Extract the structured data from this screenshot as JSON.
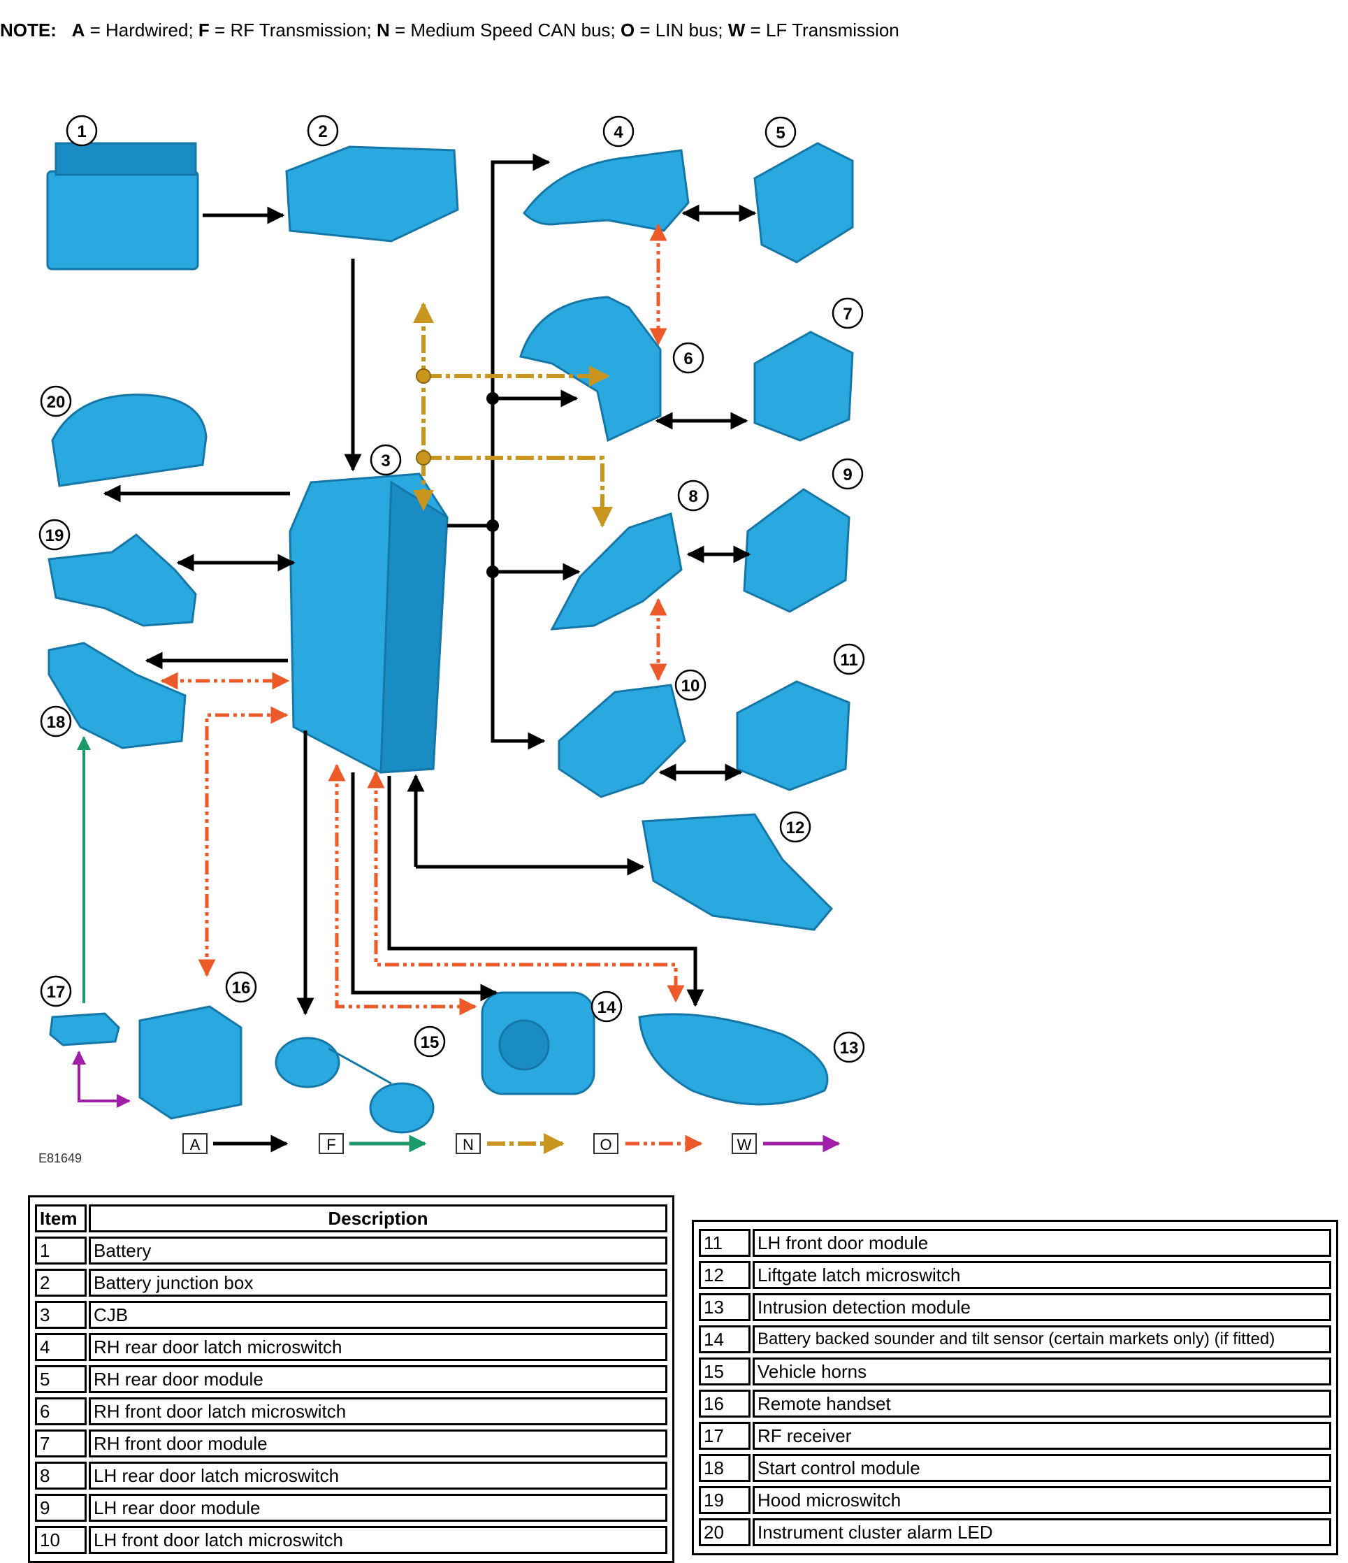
{
  "note": {
    "label": "NOTE:",
    "entries": [
      {
        "code": "A",
        "text": " = Hardwired; "
      },
      {
        "code": "F",
        "text": " = RF Transmission; "
      },
      {
        "code": "N",
        "text": " = Medium Speed CAN bus; "
      },
      {
        "code": "O",
        "text": " = LIN bus; "
      },
      {
        "code": "W",
        "text": " = LF Transmission"
      }
    ]
  },
  "figure_id": "E81649",
  "legend": [
    "A",
    "F",
    "N",
    "O",
    "W"
  ],
  "colors": {
    "component": "#29a9e0",
    "component_dark": "#1577a8",
    "hardwired": "#000000",
    "rf": "#1a9a6a",
    "can": "#c8961e",
    "lin": "#ec5a2a",
    "lf": "#a01ea8"
  },
  "callouts": [
    "1",
    "2",
    "3",
    "4",
    "5",
    "6",
    "7",
    "8",
    "9",
    "10",
    "11",
    "12",
    "13",
    "14",
    "15",
    "16",
    "17",
    "18",
    "19",
    "20"
  ],
  "table": {
    "headers": [
      "Item",
      "Description"
    ],
    "rows": [
      {
        "item": "1",
        "desc": "Battery"
      },
      {
        "item": "2",
        "desc": "Battery junction box"
      },
      {
        "item": "3",
        "desc": "CJB"
      },
      {
        "item": "4",
        "desc": "RH rear door latch microswitch"
      },
      {
        "item": "5",
        "desc": "RH rear door module"
      },
      {
        "item": "6",
        "desc": "RH front door latch microswitch"
      },
      {
        "item": "7",
        "desc": "RH front door module"
      },
      {
        "item": "8",
        "desc": "LH rear door latch microswitch"
      },
      {
        "item": "9",
        "desc": "LH rear door module"
      },
      {
        "item": "10",
        "desc": "LH front door latch microswitch"
      },
      {
        "item": "11",
        "desc": "LH front door module"
      },
      {
        "item": "12",
        "desc": "Liftgate latch microswitch"
      },
      {
        "item": "13",
        "desc": "Intrusion detection module"
      },
      {
        "item": "14",
        "desc": "Battery backed sounder and tilt sensor (certain markets only) (if fitted)"
      },
      {
        "item": "15",
        "desc": "Vehicle horns"
      },
      {
        "item": "16",
        "desc": "Remote handset"
      },
      {
        "item": "17",
        "desc": "RF receiver"
      },
      {
        "item": "18",
        "desc": "Start control module"
      },
      {
        "item": "19",
        "desc": "Hood microswitch"
      },
      {
        "item": "20",
        "desc": "Instrument cluster alarm LED"
      }
    ]
  }
}
